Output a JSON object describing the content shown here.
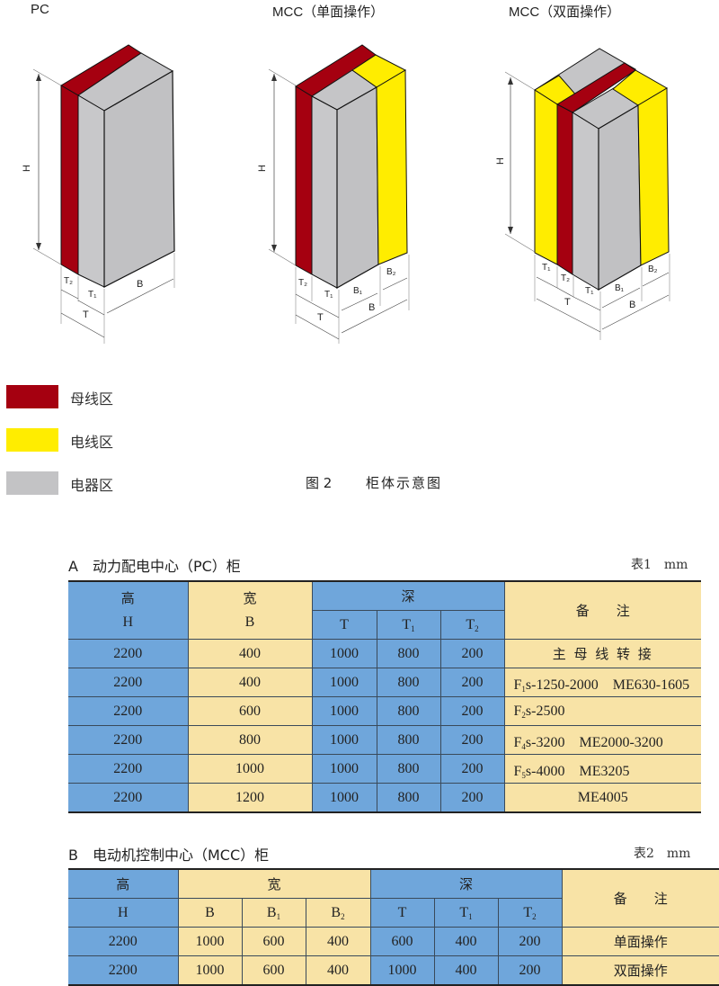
{
  "figure": {
    "diagrams": [
      {
        "title": "PC",
        "labels": {
          "height": "H",
          "t2": "T₂",
          "t1": "T₁",
          "t": "T",
          "b": "B"
        }
      },
      {
        "title": "MCC（单面操作）",
        "labels": {
          "height": "H",
          "t2": "T₂",
          "t1": "T₁",
          "t": "T",
          "b1": "B₁",
          "b2": "B₂",
          "b": "B"
        }
      },
      {
        "title": "MCC（双面操作）",
        "labels": {
          "height": "H",
          "t1a": "T₁",
          "t2": "T₂",
          "t1b": "T₁",
          "t": "T",
          "b1": "B₁",
          "b2": "B₂",
          "b": "B"
        }
      }
    ],
    "legend": [
      {
        "label": "母线区",
        "color": "#a50010"
      },
      {
        "label": "电线区",
        "color": "#ffed00"
      },
      {
        "label": "电器区",
        "color": "#c3c3c5"
      }
    ],
    "caption_number": "图 2",
    "caption_text": "柜体示意图"
  },
  "table1": {
    "section_title": "A　动力配电中心（PC）柜",
    "unit_label": "表1　mm",
    "header": {
      "height": "高",
      "height_sym": "H",
      "width": "宽",
      "width_sym": "B",
      "depth": "深",
      "t": "T",
      "t1": "T",
      "t1_sub": "1",
      "t2": "T",
      "t2_sub": "2",
      "note": "备　　注"
    },
    "rows": [
      {
        "H": "2200",
        "B": "400",
        "T": "1000",
        "T1": "800",
        "T2": "200",
        "note": "主 母 线 转 接",
        "note_center": true
      },
      {
        "H": "2200",
        "B": "400",
        "T": "1000",
        "T1": "800",
        "T2": "200",
        "note_f": "F",
        "note_sub": "1",
        "note": "s-1250-2000　ME630-1605"
      },
      {
        "H": "2200",
        "B": "600",
        "T": "1000",
        "T1": "800",
        "T2": "200",
        "note_f": "F",
        "note_sub": "2",
        "note": "s-2500"
      },
      {
        "H": "2200",
        "B": "800",
        "T": "1000",
        "T1": "800",
        "T2": "200",
        "note_f": "F",
        "note_sub": "4",
        "note": "s-3200　ME2000-3200"
      },
      {
        "H": "2200",
        "B": "1000",
        "T": "1000",
        "T1": "800",
        "T2": "200",
        "note_f": "F",
        "note_sub": "5",
        "note": "s-4000　ME3205"
      },
      {
        "H": "2200",
        "B": "1200",
        "T": "1000",
        "T1": "800",
        "T2": "200",
        "note": "ME4005",
        "note_center": true
      }
    ]
  },
  "table2": {
    "section_title": "B　电动机控制中心（MCC）柜",
    "unit_label": "表2　mm",
    "header": {
      "height": "高",
      "height_sym": "H",
      "width": "宽",
      "b": "B",
      "b1": "B",
      "b1_sub": "1",
      "b2": "B",
      "b2_sub": "2",
      "depth": "深",
      "t": "T",
      "t1": "T",
      "t1_sub": "1",
      "t2": "T",
      "t2_sub": "2",
      "note": "备　　注"
    },
    "rows": [
      {
        "H": "2200",
        "B": "1000",
        "B1": "600",
        "B2": "400",
        "T": "600",
        "T1": "400",
        "T2": "200",
        "note": "单面操作"
      },
      {
        "H": "2200",
        "B": "1000",
        "B1": "600",
        "B2": "400",
        "T": "1000",
        "T1": "400",
        "T2": "200",
        "note": "双面操作"
      }
    ]
  }
}
